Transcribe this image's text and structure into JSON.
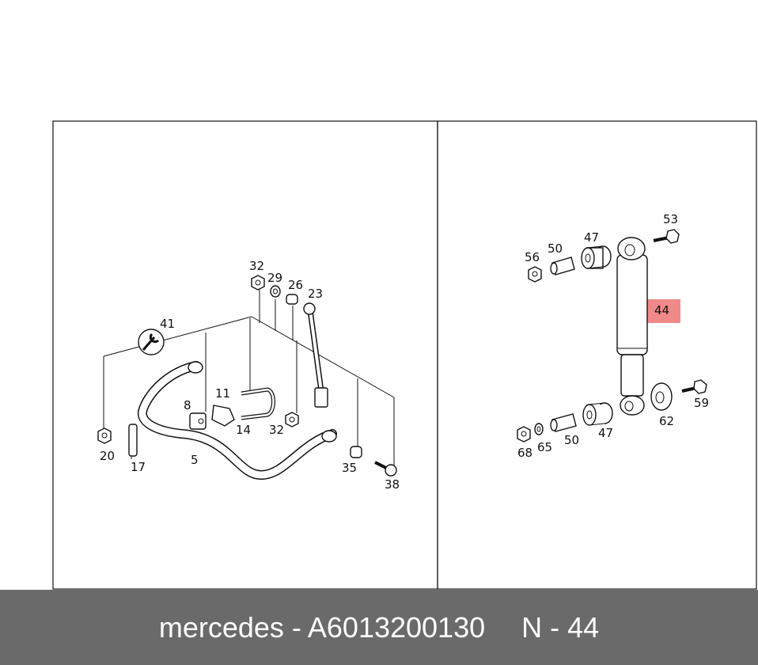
{
  "labels": {
    "l32a": "32",
    "l29": "29",
    "l26": "26",
    "l23": "23",
    "l41": "41",
    "l8": "8",
    "l11": "11",
    "l14": "14",
    "l32b": "32",
    "l20": "20",
    "l17": "17",
    "l5": "5",
    "l35": "35",
    "l38": "38",
    "l53": "53",
    "l56": "56",
    "l50a": "50",
    "l47a": "47",
    "l44": "44",
    "l59": "59",
    "l62": "62",
    "l68": "68",
    "l65": "65",
    "l50b": "50",
    "l47b": "47"
  },
  "highlight_color": "#f08a8a",
  "footer": {
    "brand_part": "mercedes - A6013200130",
    "position": "N - 44"
  }
}
